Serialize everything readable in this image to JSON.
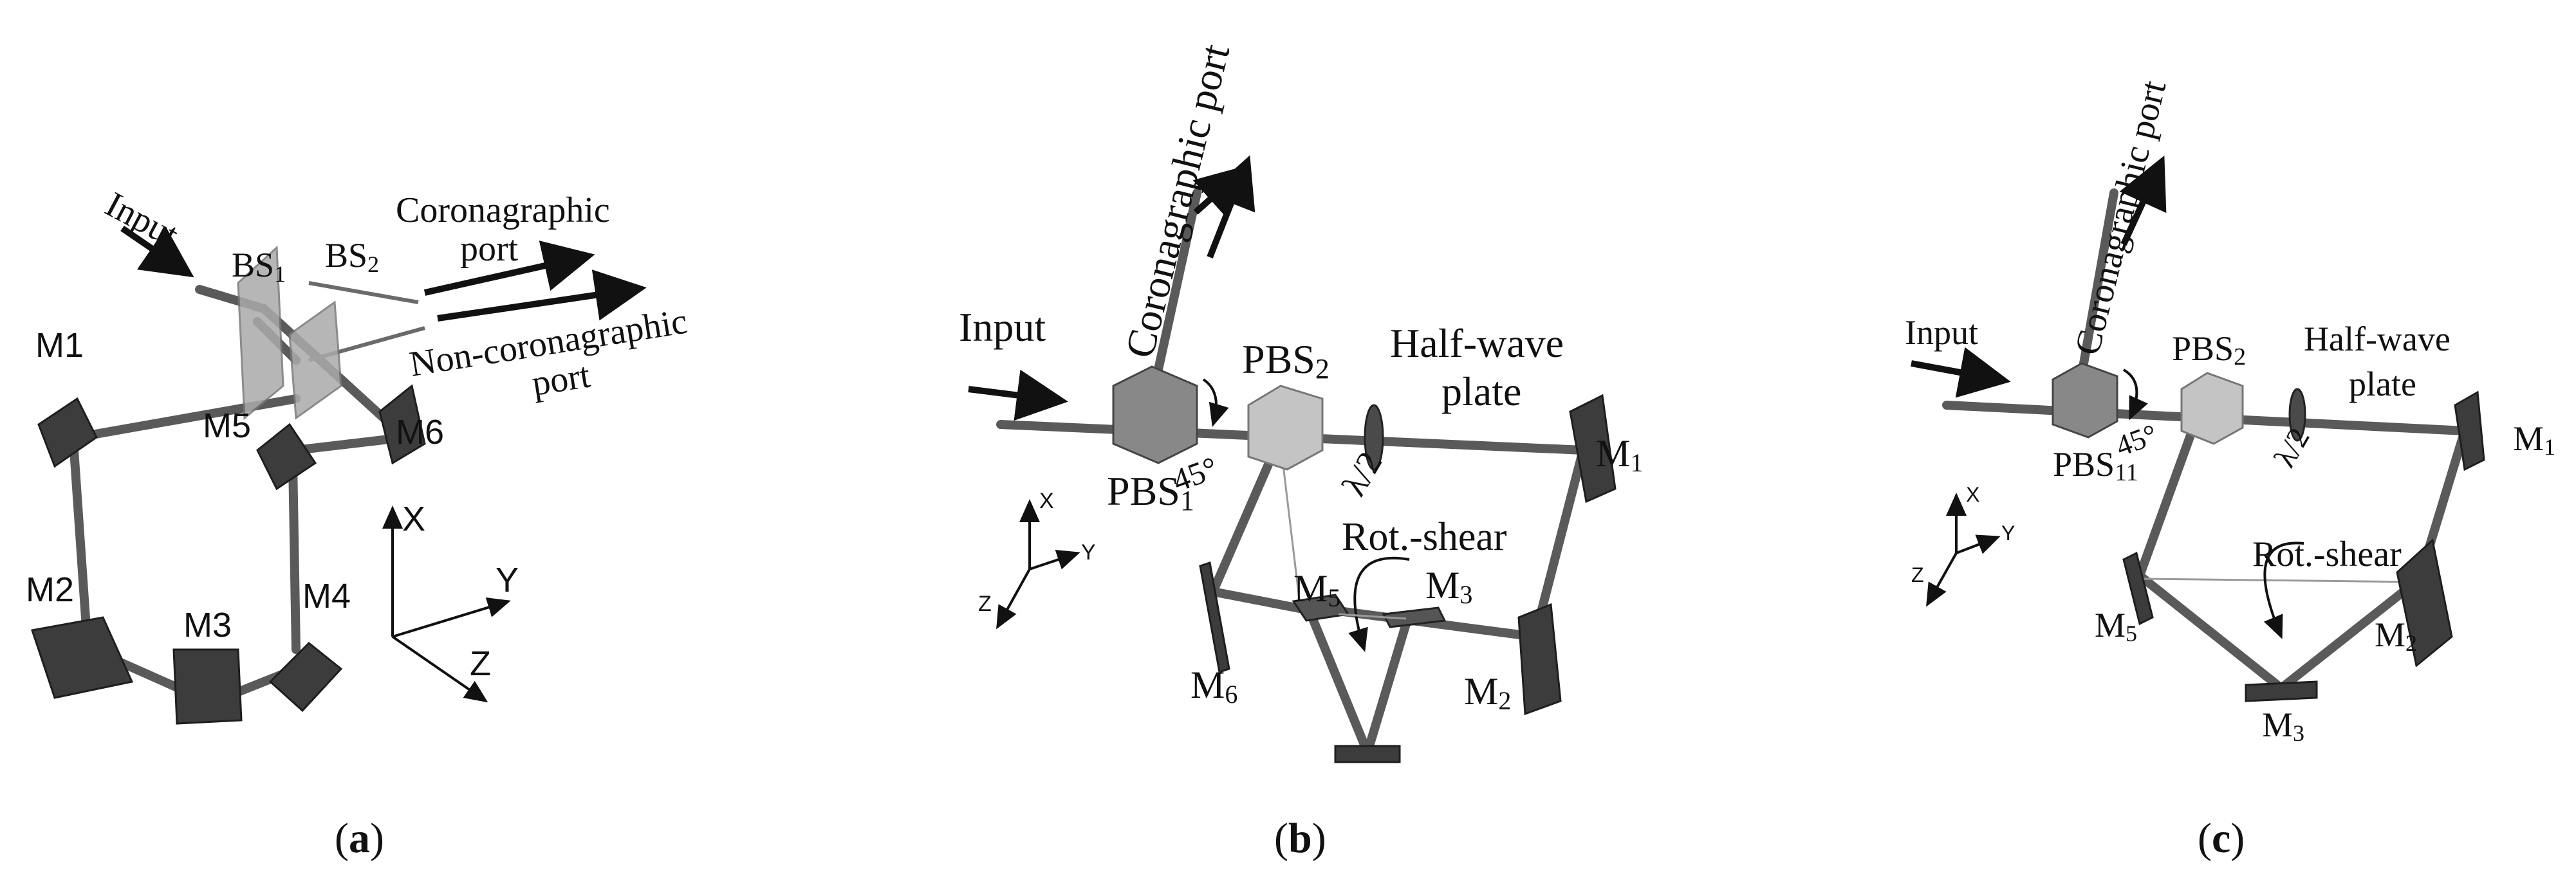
{
  "panel_a": {
    "caption_open": "(",
    "caption_letter": "a",
    "caption_close": ")",
    "input": "Input",
    "bs1": "BS",
    "bs1_sub": "1",
    "bs2": "BS",
    "bs2_sub": "2",
    "coro_line1": "Coronagraphic",
    "coro_line2": "port",
    "noncoro_line1": "Non-coronagraphic",
    "noncoro_line2": "port",
    "m1": "M1",
    "m2": "M2",
    "m3": "M3",
    "m4": "M4",
    "m5": "M5",
    "m6": "M6",
    "axis_x": "X",
    "axis_y": "Y",
    "axis_z": "Z"
  },
  "panel_b": {
    "caption_open": "(",
    "caption_letter": "b",
    "caption_close": ")",
    "input": "Input",
    "coro_port": "Coronagraphic port",
    "pbs1": "PBS",
    "pbs1_sub": "1",
    "pbs2": "PBS",
    "pbs2_sub": "2",
    "angle": "45°",
    "halfwave_line1": "Half-wave",
    "halfwave_line2": "plate",
    "lambda": "λ/2",
    "rot_shear": "Rot.-shear",
    "m": "M",
    "m1_sub": "1",
    "m2_sub": "2",
    "m3_sub": "3",
    "m5_sub": "5",
    "m6_sub": "6",
    "axis_x": "X",
    "axis_y": "Y",
    "axis_z": "Z"
  },
  "panel_c": {
    "caption_open": "(",
    "caption_letter": "c",
    "caption_close": ")",
    "input": "Input",
    "coro_port": "Coronagraphic port",
    "pbs1": "PBS",
    "pbs1_sub": "1",
    "pbs1_extra": "1",
    "pbs2": "PBS",
    "pbs2_sub": "2",
    "angle": "45°",
    "halfwave_line1": "Half-wave",
    "halfwave_line2": "plate",
    "lambda": "λ/2",
    "rot_shear": "Rot.-shear",
    "m": "M",
    "m1_sub": "1",
    "m2_sub": "2",
    "m3_sub": "3",
    "m5_sub": "5",
    "axis_x": "X",
    "axis_y": "Y",
    "axis_z": "Z"
  }
}
